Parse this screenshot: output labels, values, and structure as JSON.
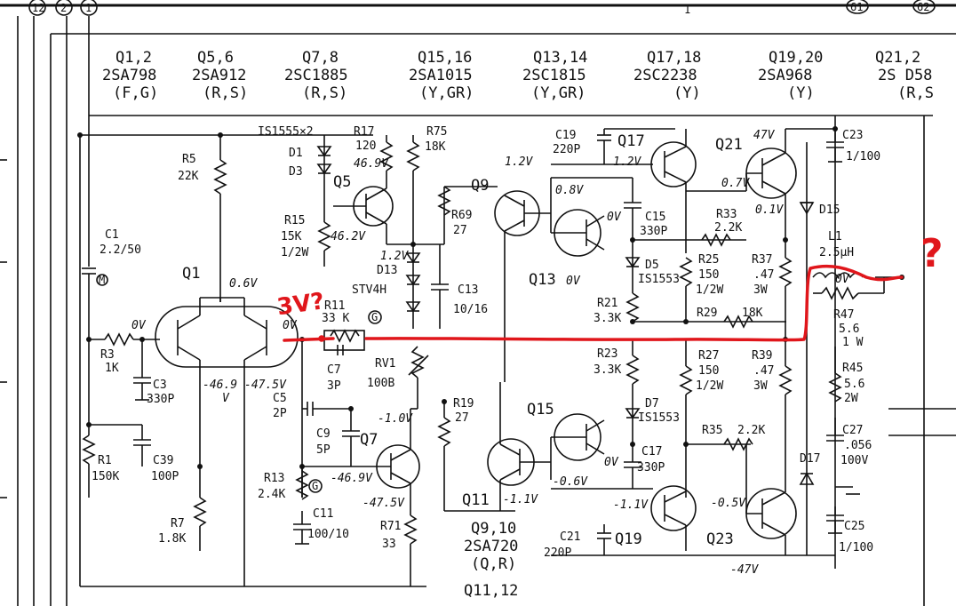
{
  "top_circles": [
    "12",
    "2",
    "1"
  ],
  "top_right_circles": [
    "61",
    "62"
  ],
  "top_mark": "1",
  "transistor_groups": [
    {
      "names": "Q1,2",
      "part": "2SA798",
      "grade": "(F,G)"
    },
    {
      "names": "Q5,6",
      "part": "2SA912",
      "grade": "(R,S)"
    },
    {
      "names": "Q7,8",
      "part": "2SC1885",
      "grade": "(R,S)"
    },
    {
      "names": "Q15,16",
      "part": "2SA1015",
      "grade": "(Y,GR)"
    },
    {
      "names": "Q13,14",
      "part": "2SC1815",
      "grade": "(Y,GR)"
    },
    {
      "names": "Q17,18",
      "part": "2SC2238",
      "grade": "(Y)"
    },
    {
      "names": "Q19,20",
      "part": "2SA968",
      "grade": "(Y)"
    },
    {
      "names": "Q21,2",
      "part": "2S D58",
      "grade": "(R,S"
    }
  ],
  "transistors": {
    "q1": "Q1",
    "q5": "Q5",
    "q7": "Q7",
    "q9": "Q9",
    "q11": "Q11",
    "q13": "Q13",
    "q15": "Q15",
    "q17": "Q17",
    "q19": "Q19",
    "q21": "Q21",
    "q23": "Q23"
  },
  "components": {
    "r5": "R5",
    "r5v": "22K",
    "c1": "C1",
    "c1v": "2.2/50",
    "r3": "R3",
    "r3v": "1K",
    "c3": "C3",
    "c3v": "330P",
    "r1": "R1",
    "r1v": "150K",
    "c39": "C39",
    "c39v": "100P",
    "r7": "R7",
    "r7v": "1.8K",
    "d1": "IS1555×2",
    "d1a": "D1",
    "d1b": "D3",
    "r17": "R17",
    "r17v": "120",
    "r75": "R75",
    "r75v": "18K",
    "r15": "R15",
    "r15v": "15K",
    "r15p": "1/2W",
    "d13": "D13",
    "d13v": "STV4H",
    "r11": "R11",
    "r11v": "33 K",
    "c7": "C7",
    "c7v": "3P",
    "rv1": "RV1",
    "rv1v": "100B",
    "c5": "C5",
    "c5v": "2P",
    "c9": "C9",
    "c9v": "5P",
    "r13": "R13",
    "r13v": "2.4K",
    "c11": "C11",
    "c11v": "100/10",
    "r71": "R71",
    "r71v": "33",
    "r69": "R69",
    "r69v": "27",
    "c13": "C13",
    "c13v": "10/16",
    "r19": "R19",
    "r19v": "27",
    "c19": "C19",
    "c19v": "220P",
    "c15": "C15",
    "c15v": "330P",
    "d5": "D5",
    "d5v": "IS1553",
    "r21": "R21",
    "r21v": "3.3K",
    "r23": "R23",
    "r23v": "3.3K",
    "d7": "D7",
    "d7v": "IS1553",
    "c17": "C17",
    "c17v": "330P",
    "c21": "C21",
    "c21v": "220P",
    "q910": "Q9,10",
    "q910p": "2SA720",
    "q910g": "(Q,R)",
    "q1112": "Q11,12",
    "r33": "R33",
    "r33v": "2.2K",
    "r25": "R25",
    "r25v": "150",
    "r25p": "1/2W",
    "r37": "R37",
    "r37v": ".47",
    "r37p": "3W",
    "r29": "R29",
    "r29v": "18K",
    "r27": "R27",
    "r27v": "150",
    "r27p": "1/2W",
    "r39": "R39",
    "r39v": ".47",
    "r39p": "3W",
    "r35": "R35",
    "r35v": "2.2K",
    "c23": "C23",
    "c23v": "1/100",
    "d15": "D15",
    "l1": "L1",
    "l1v": "2.5µH",
    "r47": "R47",
    "r47v": "5.6",
    "r47p": "1 W",
    "r45": "R45",
    "r45v": "5.6",
    "r45p": "2W",
    "c27": "C27",
    "c27v": ".056",
    "c27p": "100V",
    "d17": "D17",
    "c25": "C25",
    "c25v": "1/100",
    "g1": "G",
    "g2": "G",
    "m": "M"
  },
  "voltages": {
    "v1": "0V",
    "v2": "0.6V",
    "v3": "0V",
    "v4": "-46.9",
    "v5": "-47.5V",
    "v6": "V",
    "v7": "46.9V",
    "v8": "46.2V",
    "v9": "1.2V",
    "v10": "-1.0V",
    "v11": "-46.9V",
    "v12": "-47.5V",
    "v13": "1.2V",
    "v14": "0.8V",
    "v15": "0V",
    "v16": "0V",
    "v17": "1.2V",
    "v18": "47V",
    "v19": "0.7V",
    "v20": "0.1V",
    "v21": "0V",
    "v22": "-0.6V",
    "v23": "-1.1V",
    "v24": "-1.1V",
    "v25": "-0.5V",
    "v26": "-47V",
    "v27": "0V"
  },
  "annotations": {
    "voltage_note": "3V?",
    "question": "?"
  }
}
